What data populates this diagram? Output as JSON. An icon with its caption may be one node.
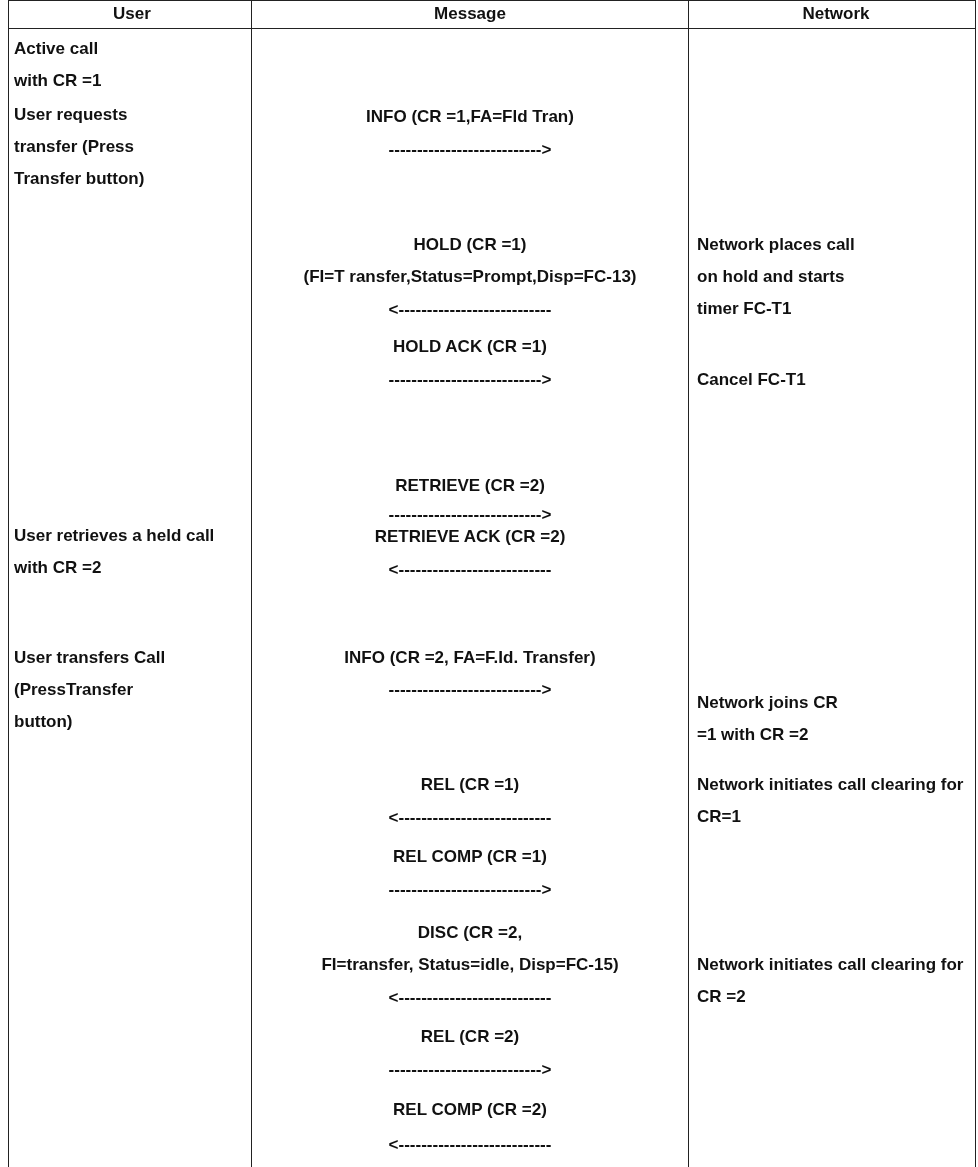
{
  "diagram": {
    "labels": [
      "User",
      "Message",
      "Network",
      "Active call with CR =1",
      "User requests transfer (Press Transfer button)",
      "INFO (CR =1,FA=Fld Tran)",
      "--------------------------->",
      "HOLD (CR =1)",
      "(FI=T ransfer,Status=Prompt,Disp=FC-13)",
      "Network places call on hold and starts timer FC-T1",
      "<---------------------------",
      "HOLD ACK (CR =1)",
      "--------------------------->",
      "Cancel FC-T1",
      "RETRIEVE (CR =2)",
      "--------------------------->",
      "User retrieves a held call with CR =2",
      "RETRIEVE ACK (CR =2)",
      "<---------------------------",
      "User transfers Call (PressTransfer button)",
      "INFO (CR =2, FA=F.Id. Transfer)",
      "--------------------------->",
      "Network joins CR =1 with CR =2",
      "REL (CR =1)",
      "Network initiates call clearing for CR=1",
      "<---------------------------",
      "REL COMP (CR =1)",
      "--------------------------->",
      "DISC (CR =2,",
      "FI=transfer, Status=idle, Disp=FC-15)",
      "Network initiates call clearing for CR =2",
      "<---------------------------",
      "REL (CR =2)",
      "--------------------------->",
      "REL COMP (CR =2)",
      "<---------------------------"
    ]
  }
}
